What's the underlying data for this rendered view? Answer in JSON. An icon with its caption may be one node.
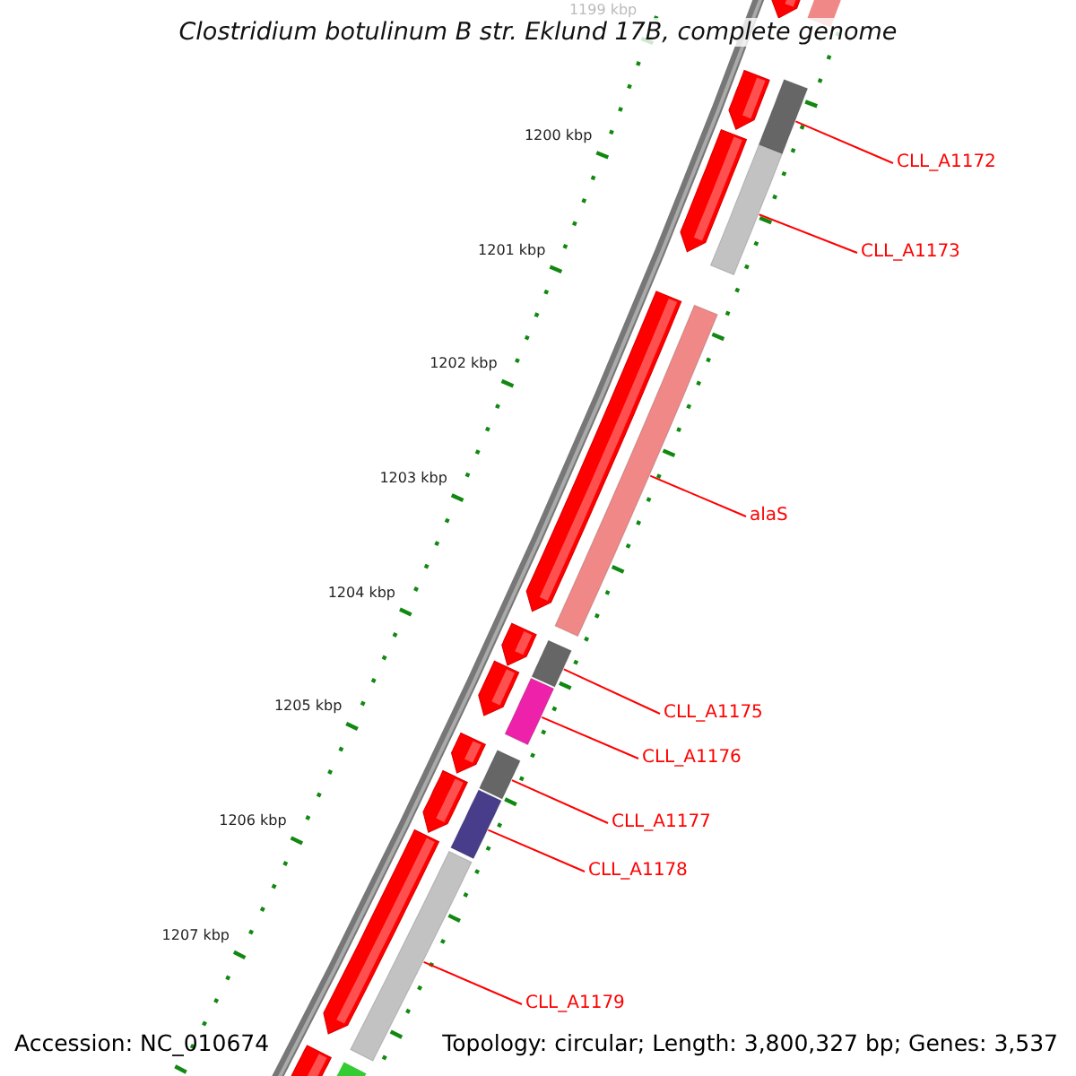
{
  "diagram": {
    "title": "Clostridium botulinum B str. Eklund 17B, complete genome",
    "nodes": [
      {
        "text": [
          "CLL_A1172"
        ]
      },
      {
        "text": [],
        "shape": "bar"
      },
      {
        "text": [
          "CLL_A1173"
        ]
      },
      {
        "text": [],
        "shape": "bar"
      },
      {
        "text": [
          "alaS"
        ]
      },
      {
        "text": [],
        "shape": "bar"
      },
      {
        "text": [
          "CLL_A1175"
        ]
      },
      {
        "text": [],
        "shape": "bar"
      },
      {
        "text": [
          "CLL_A1176"
        ]
      },
      {
        "text": [],
        "shape": "bar"
      },
      {
        "text": [
          "CLL_A1177"
        ]
      },
      {
        "text": [],
        "shape": "bar"
      },
      {
        "text": [
          "CLL_A1178"
        ]
      },
      {
        "text": [],
        "shape": "bar"
      },
      {
        "text": [
          "CLL_A1179"
        ]
      },
      {
        "text": [],
        "shape": "bar"
      }
    ],
    "edges": [
      {
        "from": 0,
        "to": 1,
        "arrow": "none"
      },
      {
        "from": 2,
        "to": 3,
        "arrow": "none"
      },
      {
        "from": 4,
        "to": 5,
        "arrow": "none"
      },
      {
        "from": 6,
        "to": 7,
        "arrow": "none"
      },
      {
        "from": 8,
        "to": 9,
        "arrow": "none"
      },
      {
        "from": 10,
        "to": 11,
        "arrow": "none"
      },
      {
        "from": 12,
        "to": 13,
        "arrow": "none"
      },
      {
        "from": 14,
        "to": 15,
        "arrow": "none"
      }
    ],
    "labels": [
      "1199 kbp",
      "1200 kbp",
      "1201 kbp",
      "1202 kbp",
      "1203 kbp",
      "1204 kbp",
      "1205 kbp",
      "1206 kbp",
      "1207 kbp",
      "Accession: NC_010674",
      "Topology: circular; Length: 3,800,327 bp; Genes: 3,537"
    ]
  }
}
